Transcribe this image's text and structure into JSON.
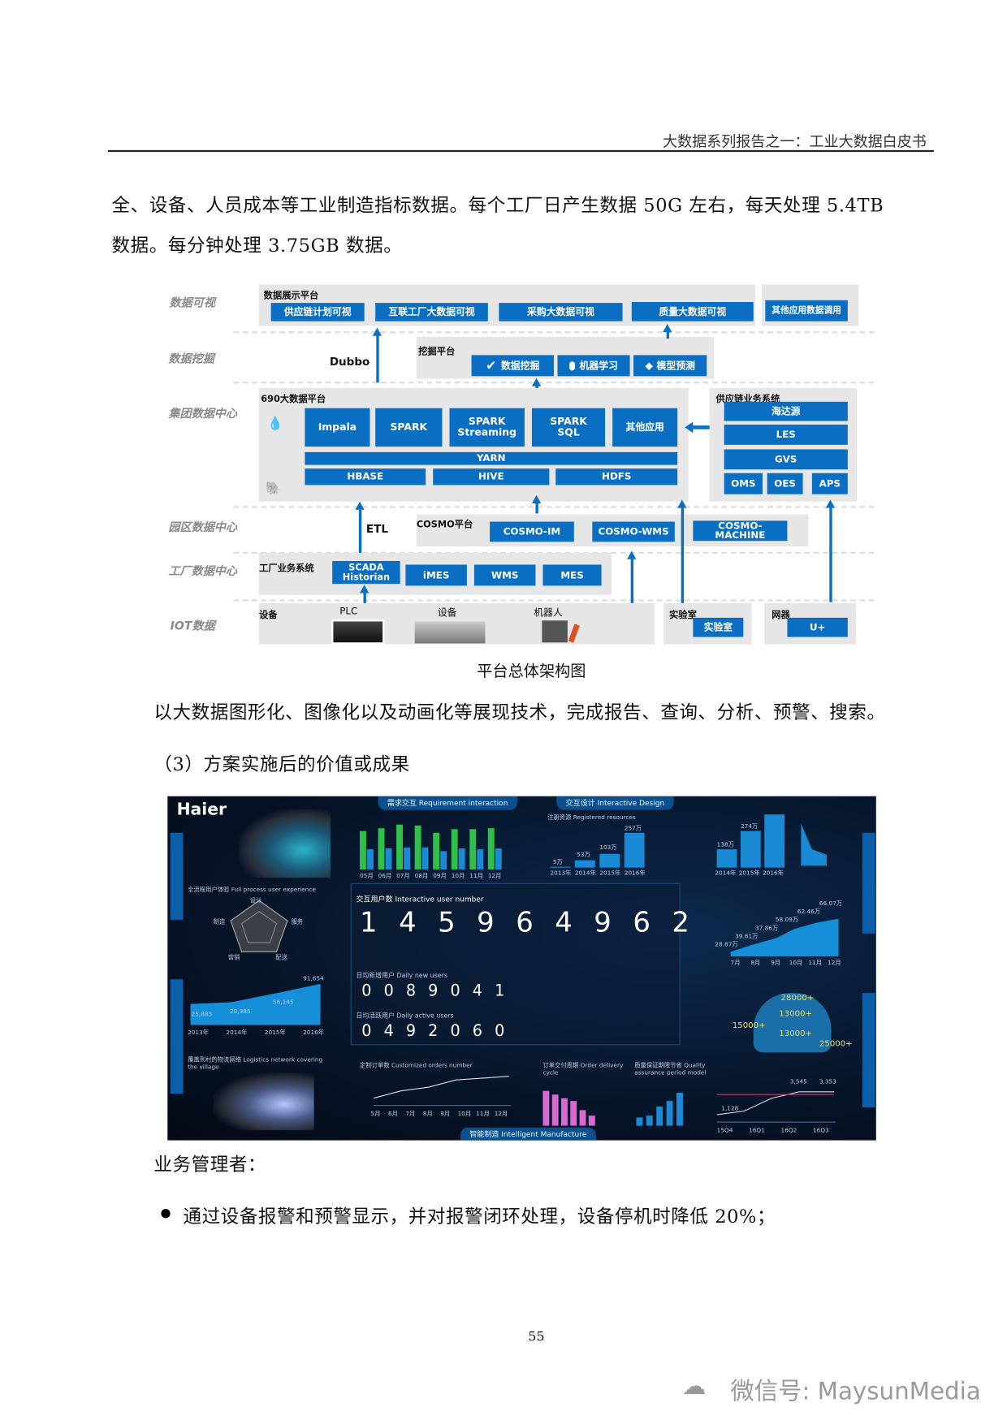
{
  "header": {
    "title": "大数据系列报告之一：工业大数据白皮书"
  },
  "paragraphs": {
    "p1_line1": "全、设备、人员成本等工业制造指标数据。每个工厂日产生数据 50G 左右，每天处理 5.4TB",
    "p1_line2": "数据。每分钟处理 3.75GB 数据。",
    "p2": "以大数据图形化、图像化以及动画化等展现技术，完成报告、查询、分析、预警、搜索。",
    "section": "（3）方案实施后的价值或成果",
    "managers": "业务管理者：",
    "bullet1": "通过设备报警和预警显示，并对报警闭环处理，设备停机时降低 20%；"
  },
  "diagram": {
    "layers": [
      "数据可视",
      "数据挖掘",
      "集团数据中心",
      "园区数据中心",
      "工厂数据中心",
      "IOT数据"
    ],
    "display_platform": {
      "title": "数据展示平台",
      "items": [
        "供应链计划可视",
        "互联工厂大数据可视",
        "采购大数据可视",
        "质量大数据可视"
      ]
    },
    "other_app": "其他应用数据调用",
    "dubbo": "Dubbo",
    "mining_platform": {
      "title": "挖掘平台",
      "items": [
        "数据挖掘",
        "机器学习",
        "模型预测"
      ]
    },
    "bigdata_platform": {
      "title": "690大数据平台",
      "tiles": [
        "Impala",
        "SPARK",
        "SPARK Streaming",
        "SPARK SQL",
        "其他应用"
      ],
      "yarn": "YARN",
      "storage": [
        "HBASE",
        "HIVE",
        "HDFS"
      ]
    },
    "supply_chain": {
      "title": "供应链业务系统",
      "items": [
        "海达源",
        "LES",
        "GVS"
      ],
      "small": [
        "OMS",
        "OES",
        "APS"
      ]
    },
    "etl": "ETL",
    "cosmo": {
      "title": "COSMO平台",
      "items": [
        "COSMO-IM",
        "COSMO-WMS",
        "COSMO-MACHINE"
      ]
    },
    "factory": {
      "title": "工厂业务系统",
      "items": [
        "SCADA Historian",
        "iMES",
        "WMS",
        "MES"
      ]
    },
    "iot": {
      "title": "设备",
      "items": [
        "PLC",
        "设备",
        "机器人"
      ]
    },
    "lab": {
      "title": "实验室",
      "button": "实验室"
    },
    "net": {
      "title": "网器",
      "button": "U+"
    },
    "caption": "平台总体架构图",
    "accent": "#0a6fc2"
  },
  "dashboard": {
    "logo": "Haier",
    "tab_requirement": "需求交互 Requirement interaction",
    "tab_design": "交互设计 Interactive Design",
    "tab_manufacture": "智能制造 Intelligent Manufacture",
    "radar_title": "全流程用户体验 Full process user experience",
    "radar_labels": [
      "设计",
      "服务",
      "配送",
      "营销",
      "制造"
    ],
    "interactive_label": "交互用户数 Interactive user number",
    "interactive_digits": "1 4 5 9 6 4 9 6 2",
    "daily_new_label": "日均新增用户 Daily new users",
    "daily_new_digits": "0 0 8 9 0 4 1",
    "daily_active_label": "日均活跃用户 Daily active users",
    "daily_active_digits": "0 4 9 2 0 6 0",
    "req_bars": {
      "months": [
        "05月",
        "06月",
        "07月",
        "08月",
        "09月",
        "10月",
        "11月",
        "12月"
      ],
      "green": [
        0.85,
        0.9,
        0.98,
        0.96,
        0.8,
        0.88,
        0.88,
        0.9
      ],
      "blue": [
        0.45,
        0.47,
        0.48,
        0.48,
        0.4,
        0.47,
        0.45,
        0.46
      ]
    },
    "resources": {
      "title": "注册资源 Registered resources",
      "labels": [
        "5万",
        "53万",
        "103万",
        "257万"
      ],
      "years": [
        "2013年",
        "2014年",
        "2015年",
        "2016年"
      ],
      "values": [
        5,
        53,
        103,
        257
      ]
    },
    "users_bars": {
      "labels": [
        "138万",
        "274万"
      ],
      "values": [
        138,
        274,
        400
      ],
      "years": [
        "2014年",
        "2015年",
        "2016年"
      ]
    },
    "left_area": {
      "labels": [
        "25,883",
        "28,985",
        "56,145",
        "91,654"
      ],
      "years": [
        "2013年",
        "2014年",
        "2015年",
        "2016年"
      ]
    },
    "logistics_title": "覆盖到村的物流网络 Logistics network covering the village",
    "right_area": {
      "labels": [
        "28.87万",
        "39.61万",
        "37.86万",
        "58.09万",
        "62.46万",
        "66.07万"
      ],
      "months": [
        "7月",
        "8月",
        "9月",
        "10月",
        "11月",
        "12月"
      ]
    },
    "orders_title": "定制订单数 Customized orders number",
    "orders_months": [
      "5月",
      "6月",
      "7月",
      "8月",
      "9月",
      "10月",
      "11月",
      "12月"
    ],
    "delivery_title": "订单交付周期 Order delivery cycle",
    "delivery_values": [
      1.0,
      0.9,
      0.8,
      0.7,
      0.45,
      0.3
    ],
    "quality_title": "质量保证期限节省 Quality assurance period model",
    "quality_values": [
      0.25,
      0.3,
      0.55,
      0.7,
      0.95
    ],
    "circle_values": [
      "28000+",
      "13000+",
      "15000+",
      "13000+",
      "25000+"
    ],
    "line_labels": [
      "1,128",
      "3,545",
      "3,353"
    ],
    "line_x": [
      "15Q4",
      "16Q1",
      "16Q2",
      "16Q3"
    ]
  },
  "footer": {
    "page_number": "55",
    "watermark": "微信号: MaysunMedia"
  }
}
